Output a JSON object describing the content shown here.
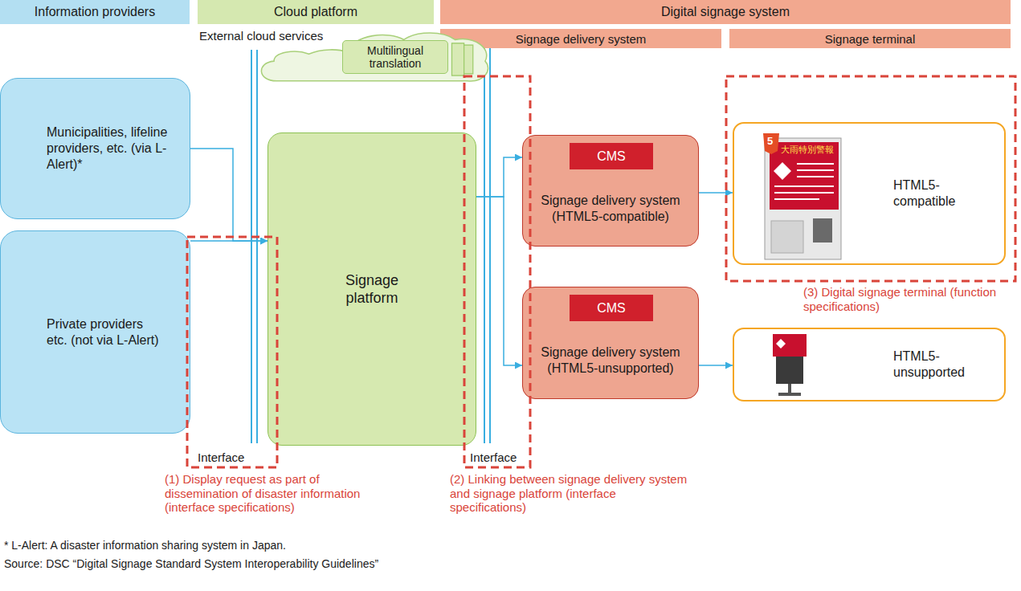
{
  "diagram": {
    "nodes": [
      {
        "text": [
          "Information providers"
        ]
      },
      {
        "text": [
          "Cloud platform"
        ]
      },
      {
        "text": [
          "Digital signage system"
        ]
      },
      {
        "text": [
          "Signage delivery system"
        ]
      },
      {
        "text": [
          "Signage terminal"
        ]
      },
      {
        "text": [
          "External cloud services"
        ]
      },
      {
        "text": [
          "Multilingual translation"
        ],
        "in": 5
      },
      {
        "text": [
          "Municipalities, lifeline providers, etc. (via L-Alert)*"
        ]
      },
      {
        "text": [
          "Private providers etc. (not via L-Alert)"
        ]
      },
      {
        "text": [
          "Signage platform"
        ]
      },
      {
        "text": [
          "Signage delivery system (HTML5-compatible)"
        ]
      },
      {
        "text": [
          "CMS"
        ],
        "in": 10
      },
      {
        "text": [
          "Signage delivery system (HTML5-unsupported)"
        ]
      },
      {
        "text": [
          "CMS"
        ],
        "in": 12
      },
      {
        "text": [
          "HTML5-compatible"
        ]
      },
      {
        "text": [
          "HTML5-unsupported"
        ]
      }
    ],
    "edges": [
      {
        "from": 7,
        "to": 9,
        "arrow": "to"
      },
      {
        "from": 8,
        "to": 9,
        "arrow": "to"
      },
      {
        "from": 9,
        "to": 10,
        "arrow": "to"
      },
      {
        "from": 9,
        "to": 12,
        "arrow": "to"
      },
      {
        "from": 10,
        "to": 14,
        "arrow": "to"
      },
      {
        "from": 12,
        "to": 15,
        "arrow": "to"
      }
    ],
    "labels": [
      "Interface",
      "Interface",
      "(1) Display request as part of dissemination of disaster information (interface specifications)",
      "(2) Linking between signage delivery system and signage platform (interface specifications)",
      "(3) Digital signage terminal (function specifications)",
      "大雨特別警報",
      "5",
      "* L-Alert: A disaster information sharing system in Japan.",
      "Source: DSC “Digital Signage Standard System Interoperability Guidelines”"
    ]
  }
}
